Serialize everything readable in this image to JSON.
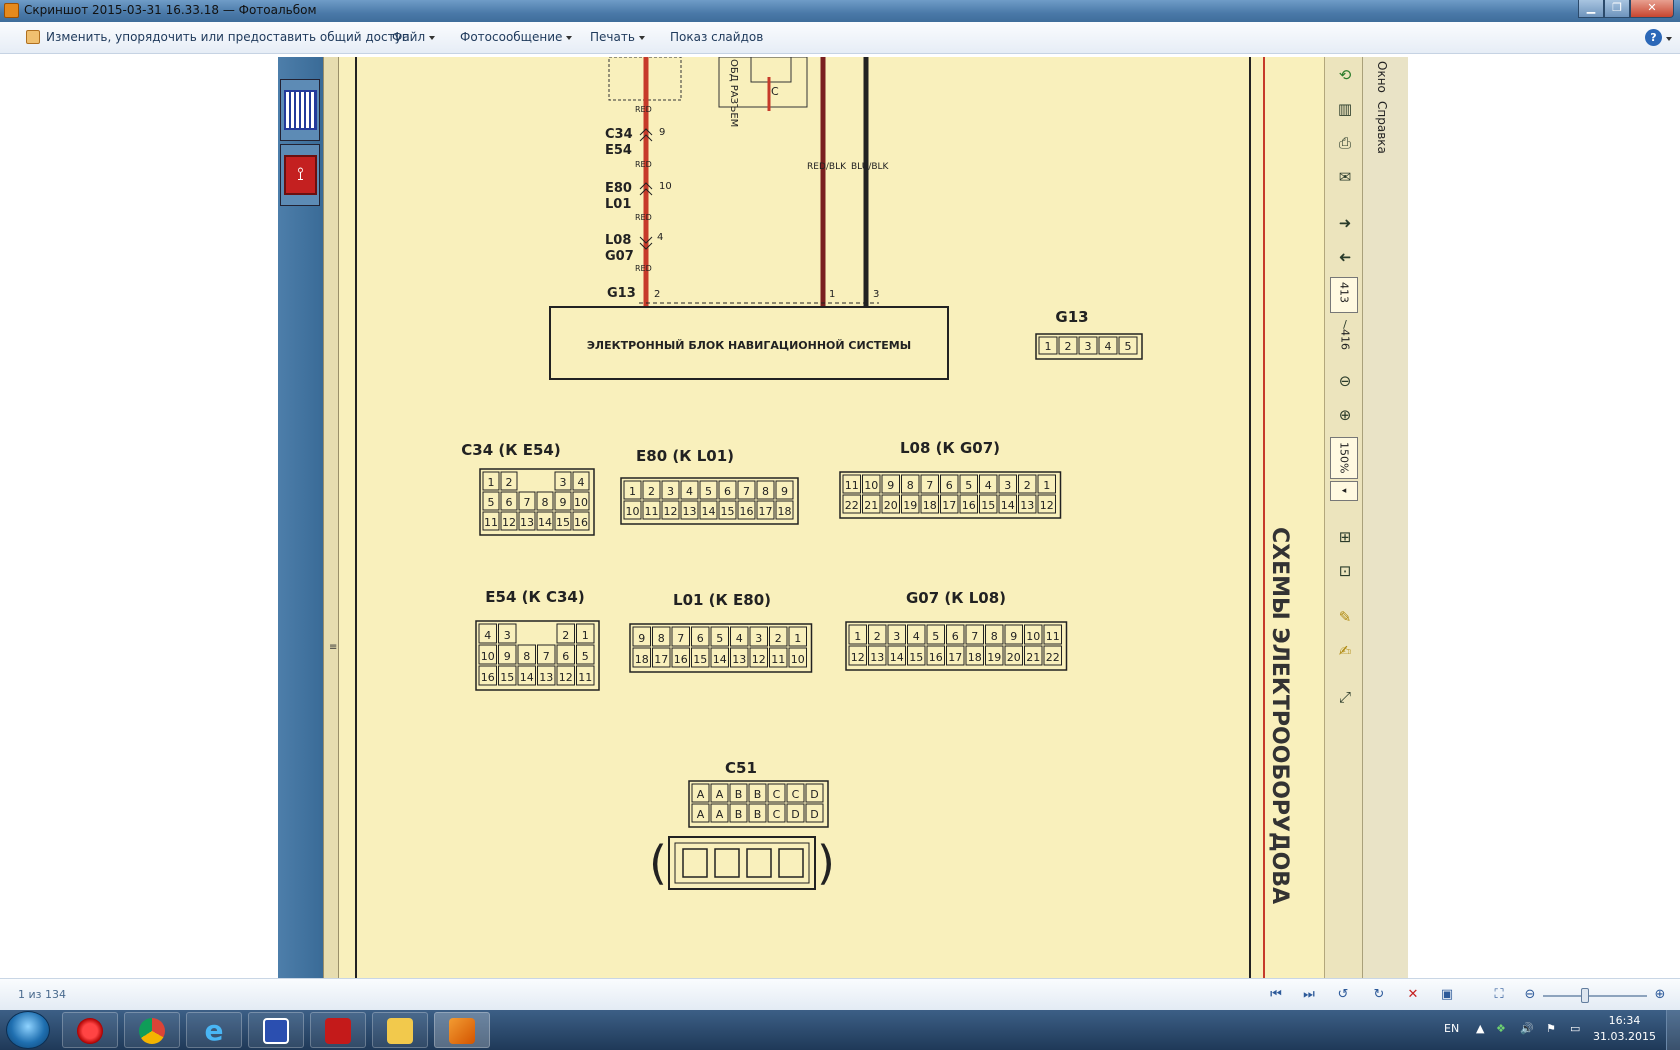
{
  "window": {
    "title": "Скриншот 2015-03-31 16.33.18 — Фотоальбом"
  },
  "menubar": {
    "edit": "Изменить, упорядочить или предоставить общий доступ",
    "file": "Файл",
    "photo_message": "Фотосообщение",
    "print": "Печать",
    "slideshow": "Показ слайдов"
  },
  "viewer": {
    "right_menu": {
      "window": "Окно",
      "help": "Справка"
    },
    "page_current": "413",
    "page_separator": "/",
    "page_total": "416",
    "zoom": "150%",
    "diagram": {
      "top_labels": {
        "red": "RED",
        "c34": "C34",
        "pin9": "9",
        "e54": "E54",
        "e80": "E80",
        "pin10": "10",
        "l01": "L01",
        "l08": "L08",
        "pin4": "4",
        "g07": "G07",
        "g13": "G13",
        "pin2": "2",
        "pin1": "1",
        "pin3": "3",
        "red_blk": "RED/BLK",
        "blu_blk": "BLU/BLK",
        "vert_note": "ОБД РАЗЪЕМ",
        "c_mark": "C"
      },
      "box_label": "ЭЛЕКТРОННЫЙ БЛОК НАВИГАЦИОННОЙ СИСТЕМЫ",
      "side_title": "СХЕМЫ ЭЛЕКТРООБОРУДОВА",
      "connectors": {
        "g13": {
          "name": "G13",
          "pins": [
            "1",
            "2",
            "3",
            "4",
            "5"
          ]
        },
        "c34": {
          "name": "C34 (К E54)",
          "rows": [
            [
              "1",
              "2",
              "",
              "",
              "3",
              "4"
            ],
            [
              "5",
              "6",
              "7",
              "8",
              "9",
              "10"
            ],
            [
              "11",
              "12",
              "13",
              "14",
              "15",
              "16"
            ]
          ]
        },
        "e80": {
          "name": "E80 (К L01)",
          "rows": [
            [
              "1",
              "2",
              "3",
              "4",
              "5",
              "6",
              "7",
              "8",
              "9"
            ],
            [
              "10",
              "11",
              "12",
              "13",
              "14",
              "15",
              "16",
              "17",
              "18"
            ]
          ]
        },
        "l08": {
          "name": "L08 (К G07)",
          "rows": [
            [
              "11",
              "10",
              "9",
              "8",
              "7",
              "6",
              "5",
              "4",
              "3",
              "2",
              "1"
            ],
            [
              "22",
              "21",
              "20",
              "19",
              "18",
              "17",
              "16",
              "15",
              "14",
              "13",
              "12"
            ]
          ]
        },
        "e54": {
          "name": "E54 (К C34)",
          "rows": [
            [
              "4",
              "3",
              "",
              "",
              "2",
              "1"
            ],
            [
              "10",
              "9",
              "8",
              "7",
              "6",
              "5"
            ],
            [
              "16",
              "15",
              "14",
              "13",
              "12",
              "11"
            ]
          ]
        },
        "l01": {
          "name": "L01 (К E80)",
          "rows": [
            [
              "9",
              "8",
              "7",
              "6",
              "5",
              "4",
              "3",
              "2",
              "1"
            ],
            [
              "18",
              "17",
              "16",
              "15",
              "14",
              "13",
              "12",
              "11",
              "10"
            ]
          ]
        },
        "g07": {
          "name": "G07 (К L08)",
          "rows": [
            [
              "1",
              "2",
              "3",
              "4",
              "5",
              "6",
              "7",
              "8",
              "9",
              "10",
              "11"
            ],
            [
              "12",
              "13",
              "14",
              "15",
              "16",
              "17",
              "18",
              "19",
              "20",
              "21",
              "22"
            ]
          ]
        },
        "c51": {
          "name": "C51",
          "rows": [
            [
              "A",
              "A",
              "B",
              "B",
              "C",
              "C",
              "D"
            ],
            [
              "A",
              "A",
              "B",
              "B",
              "C",
              "D",
              "D"
            ]
          ]
        }
      }
    }
  },
  "statusbar": {
    "count": "1 из 134"
  },
  "taskbar": {
    "lang": "EN",
    "time": "16:34",
    "date": "31.03.2015"
  }
}
